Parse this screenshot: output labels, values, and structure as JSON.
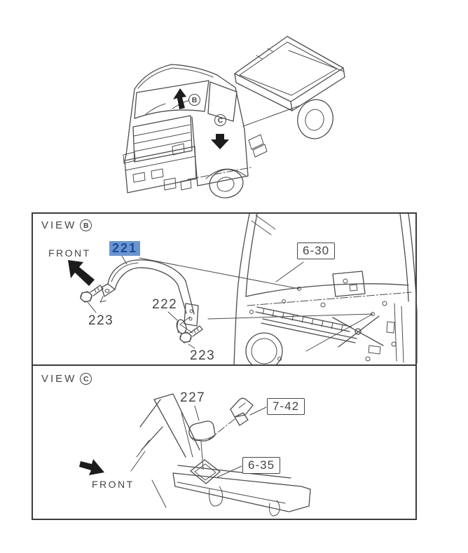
{
  "colors": {
    "highlight_bg": "#6a95cf",
    "highlight_text": "#1e4a9e",
    "line": "#4d4d4d",
    "label_text": "#454545"
  },
  "truck": {
    "marker_b": "B",
    "marker_c": "C"
  },
  "view_b": {
    "title": "VIEW",
    "marker": "B",
    "front": "FRONT",
    "selected_part": "221",
    "part_222": "222",
    "part_223_left": "223",
    "part_223_right": "223",
    "ref_6_30": "6-30"
  },
  "view_c": {
    "title": "VIEW",
    "marker": "C",
    "front": "FRONT",
    "part_227": "227",
    "ref_7_42": "7-42",
    "ref_6_35": "6-35"
  }
}
